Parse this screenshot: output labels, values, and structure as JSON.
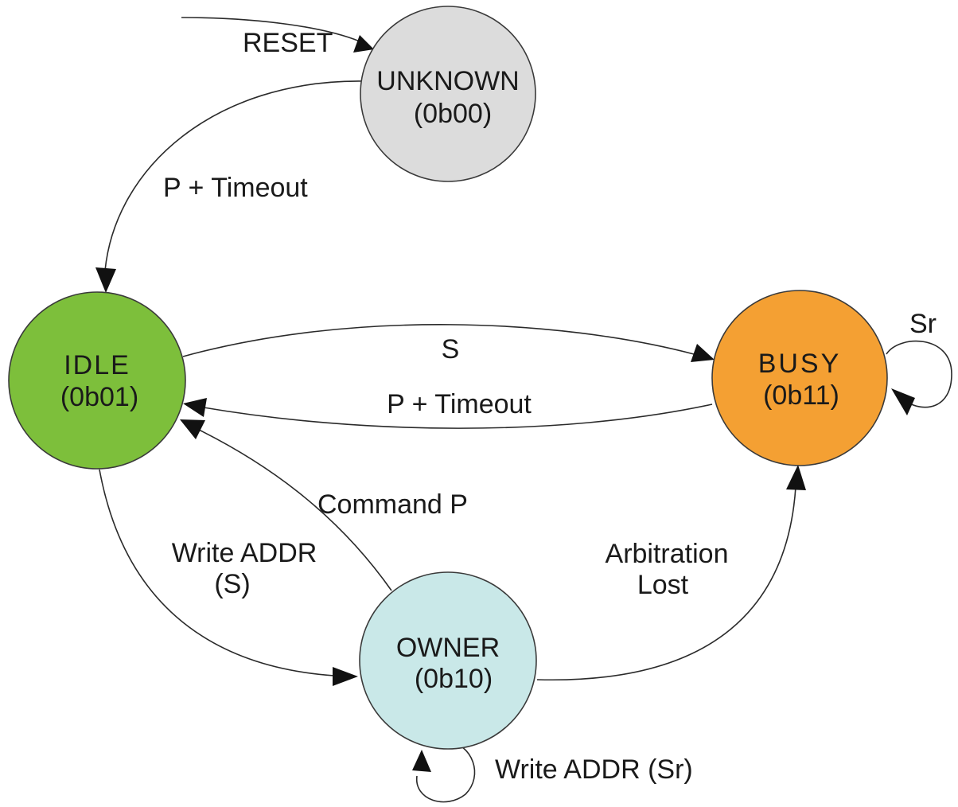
{
  "states": {
    "unknown": {
      "name": "UNKNOWN",
      "code": "(0b00)",
      "color": "#dcdcdc"
    },
    "idle": {
      "name": "IDLE",
      "code": "(0b01)",
      "color": "#7dbf3b"
    },
    "busy": {
      "name": "BUSY",
      "code": "(0b11)",
      "color": "#f4a033"
    },
    "owner": {
      "name": "OWNER",
      "code": "(0b10)",
      "color": "#c9e8e8"
    }
  },
  "transitions": {
    "reset": "RESET",
    "unknown_to_idle": "P + Timeout",
    "idle_to_busy": "S",
    "busy_to_idle": "P + Timeout",
    "busy_self": "Sr",
    "owner_to_idle": "Command P",
    "idle_to_owner_line1": "Write ADDR",
    "idle_to_owner_line2": "(S)",
    "owner_to_busy_line1": "Arbitration",
    "owner_to_busy_line2": "Lost",
    "owner_self": "Write ADDR (Sr)"
  }
}
